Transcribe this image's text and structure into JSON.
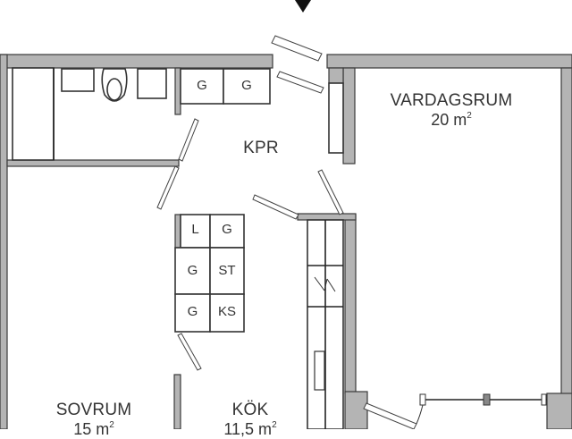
{
  "plan": {
    "entrance_marker": "arrow-down",
    "rooms": [
      {
        "id": "vardagsrum",
        "name": "VARDAGSRUM",
        "area": "20 m",
        "unit_sup": "2"
      },
      {
        "id": "kpr",
        "name": "KPR"
      },
      {
        "id": "sovrum",
        "name": "SOVRUM",
        "area": "15 m",
        "unit_sup": "2"
      },
      {
        "id": "kok",
        "name": "KÖK",
        "area": "11,5 m",
        "unit_sup": "2"
      }
    ],
    "closets": {
      "hall_top": [
        "G",
        "G"
      ],
      "kitchen_block": [
        "L",
        "G",
        "G",
        "ST",
        "G",
        "KS"
      ]
    },
    "colors": {
      "wall_fill": "#b4b4b4",
      "outline": "#222222",
      "background": "#ffffff",
      "text": "#333333"
    }
  }
}
